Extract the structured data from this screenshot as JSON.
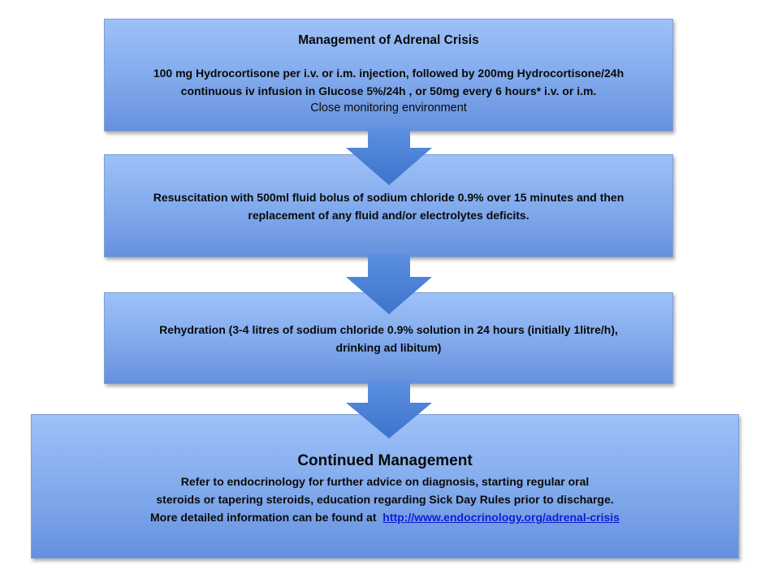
{
  "flowchart": {
    "step1": {
      "title": "Management of Adrenal Crisis",
      "line1": "100 mg Hydrocortisone per i.v. or i.m. injection, followed by 200mg Hydrocortisone/24h",
      "line2": "continuous iv infusion in Glucose 5%/24h , or 50mg every 6 hours* i.v. or i.m.",
      "line3": "Close monitoring environment"
    },
    "step2": {
      "line1": "Resuscitation with 500ml fluid bolus of sodium chloride 0.9% over 15 minutes and then",
      "line2": "replacement of any fluid and/or electrolytes deficits."
    },
    "step3": {
      "line1": "Rehydration (3-4 litres of sodium chloride 0.9% solution  in 24 hours (initially 1litre/h),",
      "line2": "drinking ad libitum)"
    },
    "step4": {
      "title": "Continued Management",
      "line1": "Refer to endocrinology for further advice on diagnosis, starting regular oral",
      "line2": "steroids or tapering steroids, education regarding Sick Day Rules prior to discharge.",
      "line3_prefix": "More detailed information can be found at ",
      "link_text": "http://www.endocrinology.org/adrenal-crisis"
    }
  },
  "colors": {
    "box_top": "#9dc1f8",
    "box_bottom": "#6690de",
    "arrow": "#4a7fd4",
    "link": "#0b1fd6"
  },
  "icons": {
    "connector": "down-arrow-icon"
  }
}
